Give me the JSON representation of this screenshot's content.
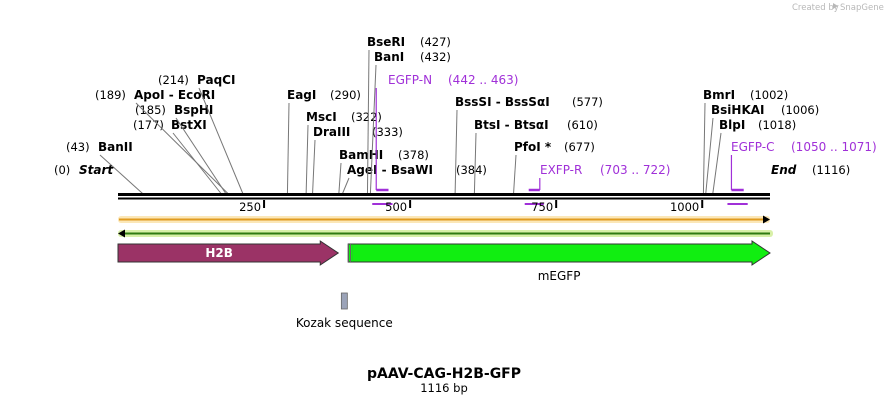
{
  "map": {
    "name": "pAAV-CAG-H2B-GFP",
    "length_label": "1116 bp",
    "total_bp": 1116,
    "credit_prefix": "Created by",
    "credit_app": "SnapGene"
  },
  "ends": {
    "start_pos": "(0)",
    "start_label": "Start",
    "end_label": "End",
    "end_pos": "(1116)"
  },
  "ticks": [
    "250",
    "500",
    "750",
    "1000"
  ],
  "enzymes": [
    {
      "name": "BanII",
      "pos": "(43)",
      "bp": 43
    },
    {
      "name": "BstXI",
      "pos": "(177)",
      "bp": 177
    },
    {
      "name": "BspHI",
      "pos": "(185)",
      "bp": 185
    },
    {
      "name": "ApoI - EcoRI",
      "pos": "(189)",
      "bp": 189
    },
    {
      "name": "PaqCI",
      "pos": "(214)",
      "bp": 214
    },
    {
      "name": "EagI",
      "pos": "(290)",
      "bp": 290
    },
    {
      "name": "MscI",
      "pos": "(322)",
      "bp": 322
    },
    {
      "name": "DraIII",
      "pos": "(333)",
      "bp": 333
    },
    {
      "name": "BamHI",
      "pos": "(378)",
      "bp": 378
    },
    {
      "name": "AgeI - BsaWI",
      "pos": "(384)",
      "bp": 384
    },
    {
      "name": "BseRI",
      "pos": "(427)",
      "bp": 427
    },
    {
      "name": "BanI",
      "pos": "(432)",
      "bp": 432
    },
    {
      "name": "BssSI - BssSαI",
      "pos": "(577)",
      "bp": 577
    },
    {
      "name": "BtsI - BtsαI",
      "pos": "(610)",
      "bp": 610
    },
    {
      "name": "PfoI *",
      "pos": "(677)",
      "bp": 677
    },
    {
      "name": "BmrI",
      "pos": "(1002)",
      "bp": 1002
    },
    {
      "name": "BsiHKAI",
      "pos": "(1006)",
      "bp": 1006
    },
    {
      "name": "BlpI",
      "pos": "(1018)",
      "bp": 1018
    }
  ],
  "primers": [
    {
      "name": "EGFP-N",
      "range": "(442 .. 463)",
      "start": 442,
      "end": 463
    },
    {
      "name": "EXFP-R",
      "range": "(703 .. 722)",
      "start": 703,
      "end": 722
    },
    {
      "name": "EGFP-C",
      "range": "(1050 .. 1071)",
      "start": 1050,
      "end": 1071
    }
  ],
  "features": [
    {
      "name": "H2B",
      "start": 0,
      "end": 377,
      "color": "#9b3366",
      "type": "arrow"
    },
    {
      "name": "mEGFP",
      "start": 394,
      "end": 1116,
      "color": "#11ee11",
      "type": "arrow"
    },
    {
      "name": "Kozak sequence",
      "start": 384,
      "end": 394,
      "color": "#9ba3b8",
      "type": "box"
    }
  ],
  "colors": {
    "backbone": "#000000",
    "orf_forward": "#e09b20",
    "orf_reverse": "#2f7a12",
    "orf_glow": "#d8f0a8",
    "primer": "#a030d8"
  }
}
